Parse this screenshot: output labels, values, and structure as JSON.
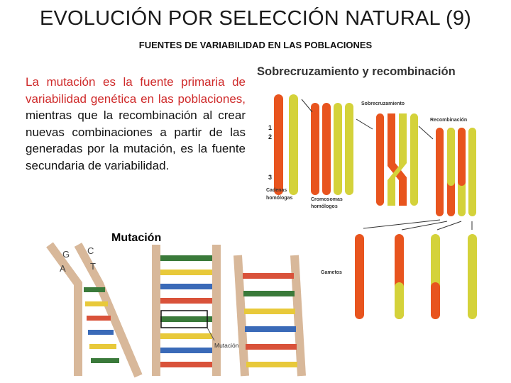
{
  "title": "EVOLUCIÓN POR SELECCIÓN NATURAL (9)",
  "subtitle": "FUENTES DE VARIABILIDAD EN LAS POBLACIONES",
  "paragraph": {
    "red": "La mutación es la fuente primaria de variabilidad genética en las poblaciones,",
    "black": " mientras que la recombinación al crear nuevas combinaciones a partir de las generadas por la mutación, es la fuente secundaria de variabilidad."
  },
  "recomb_figure": {
    "title": "Sobrecruzamiento y recombinación",
    "label_sobrecruzamiento": "Sobrecruzamiento",
    "label_recombinacion": "Recombinación",
    "label_cadenas_1": "Cadenas",
    "label_cadenas_2": "homólogas",
    "label_cromosomas_1": "Cromosomas",
    "label_cromosomas_2": "homólogos",
    "label_gametos": "Gametos",
    "num_1": "1",
    "num_2": "2",
    "num_3": "3",
    "colors": {
      "orange": "#e8541e",
      "yellow": "#d4d23a"
    }
  },
  "mutation_figure": {
    "title": "Mutación",
    "label_mutacion": "Mutación",
    "base_g": "G",
    "base_c": "C",
    "base_a": "A",
    "base_t": "T"
  }
}
